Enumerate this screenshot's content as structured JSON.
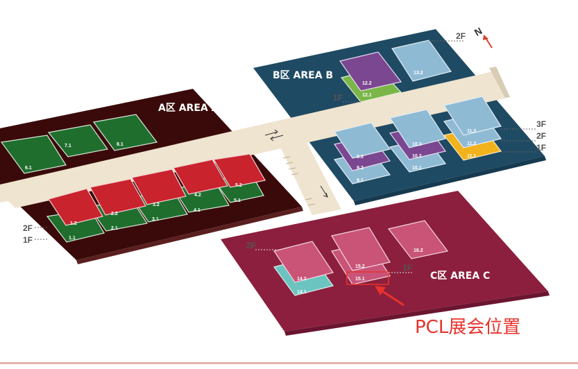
{
  "colors": {
    "area_a": "#3a0a0a",
    "area_b": "#1f4a63",
    "area_c": "#8c1f3d",
    "road": "#efe4cf",
    "green_hall": "#1f6e2e",
    "red_hall": "#c9232e",
    "blue_hall": "#8fbad4",
    "purple_hall": "#7b4791",
    "lime_hall": "#7ab648",
    "yellow_hall": "#f2b21c",
    "pink_hall": "#c95478",
    "teal_hall": "#6cc4c0",
    "highlight": "#e8322c"
  },
  "areas": {
    "a": "A区 AREA A",
    "b": "B区 AREA B",
    "c": "C区 AREA C"
  },
  "compass": "N",
  "floor_markers": {
    "a_2f": "2F",
    "a_1f": "1F",
    "b_2f_top": "2F",
    "b_1f": "1F",
    "b_3f": "3F",
    "b_2f": "2F",
    "b_1f_right": "1F",
    "c_2f": "2F",
    "c_1f": "1F"
  },
  "halls": {
    "h6_1": "6.1",
    "h7_1": "7.1",
    "h8_1": "8.1",
    "h1_1": "1.1",
    "h1_2": "1.2",
    "h2_1": "2.1",
    "h2_2": "2.2",
    "h3_1": "3.1",
    "h3_2": "3.2",
    "h4_1": "4.1",
    "h4_2": "4.2",
    "h5_1": "5.1",
    "h5_2": "5.2",
    "h12_1": "12.1",
    "h12_2": "12.2",
    "h13_2": "13.2",
    "h9_1": "9.1",
    "h9_2": "9.2",
    "h9_3": "9.3",
    "h10_1": "10.1",
    "h10_2": "10.2",
    "h10_3": "10.3",
    "h11_1": "11.1",
    "h11_2": "11.2",
    "h11_3": "11.3",
    "h14_1": "14.1",
    "h14_2": "14.2",
    "h15_1": "15.1",
    "h15_2": "15.2",
    "h16_2": "16.2"
  },
  "callout": "PCL展会位置"
}
